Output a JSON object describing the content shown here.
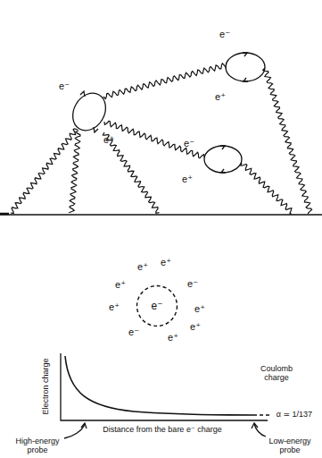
{
  "diagram": {
    "nodes": [
      {
        "text": [
          "e⁻"
        ]
      }
    ],
    "labels": [
      "e⁻",
      "e⁺",
      "e⁻",
      "e⁺",
      "e⁻",
      "e⁺",
      "e⁺",
      "e⁺",
      "e⁺",
      "e⁻",
      "e⁺",
      "e⁺",
      "e⁻",
      "e⁺",
      "e⁺",
      "Electron charge",
      "Coulomb charge",
      "Distance from the bare e⁻ charge",
      "α ≃ 1/137",
      "High-energy probe",
      "Low-energy probe"
    ]
  }
}
